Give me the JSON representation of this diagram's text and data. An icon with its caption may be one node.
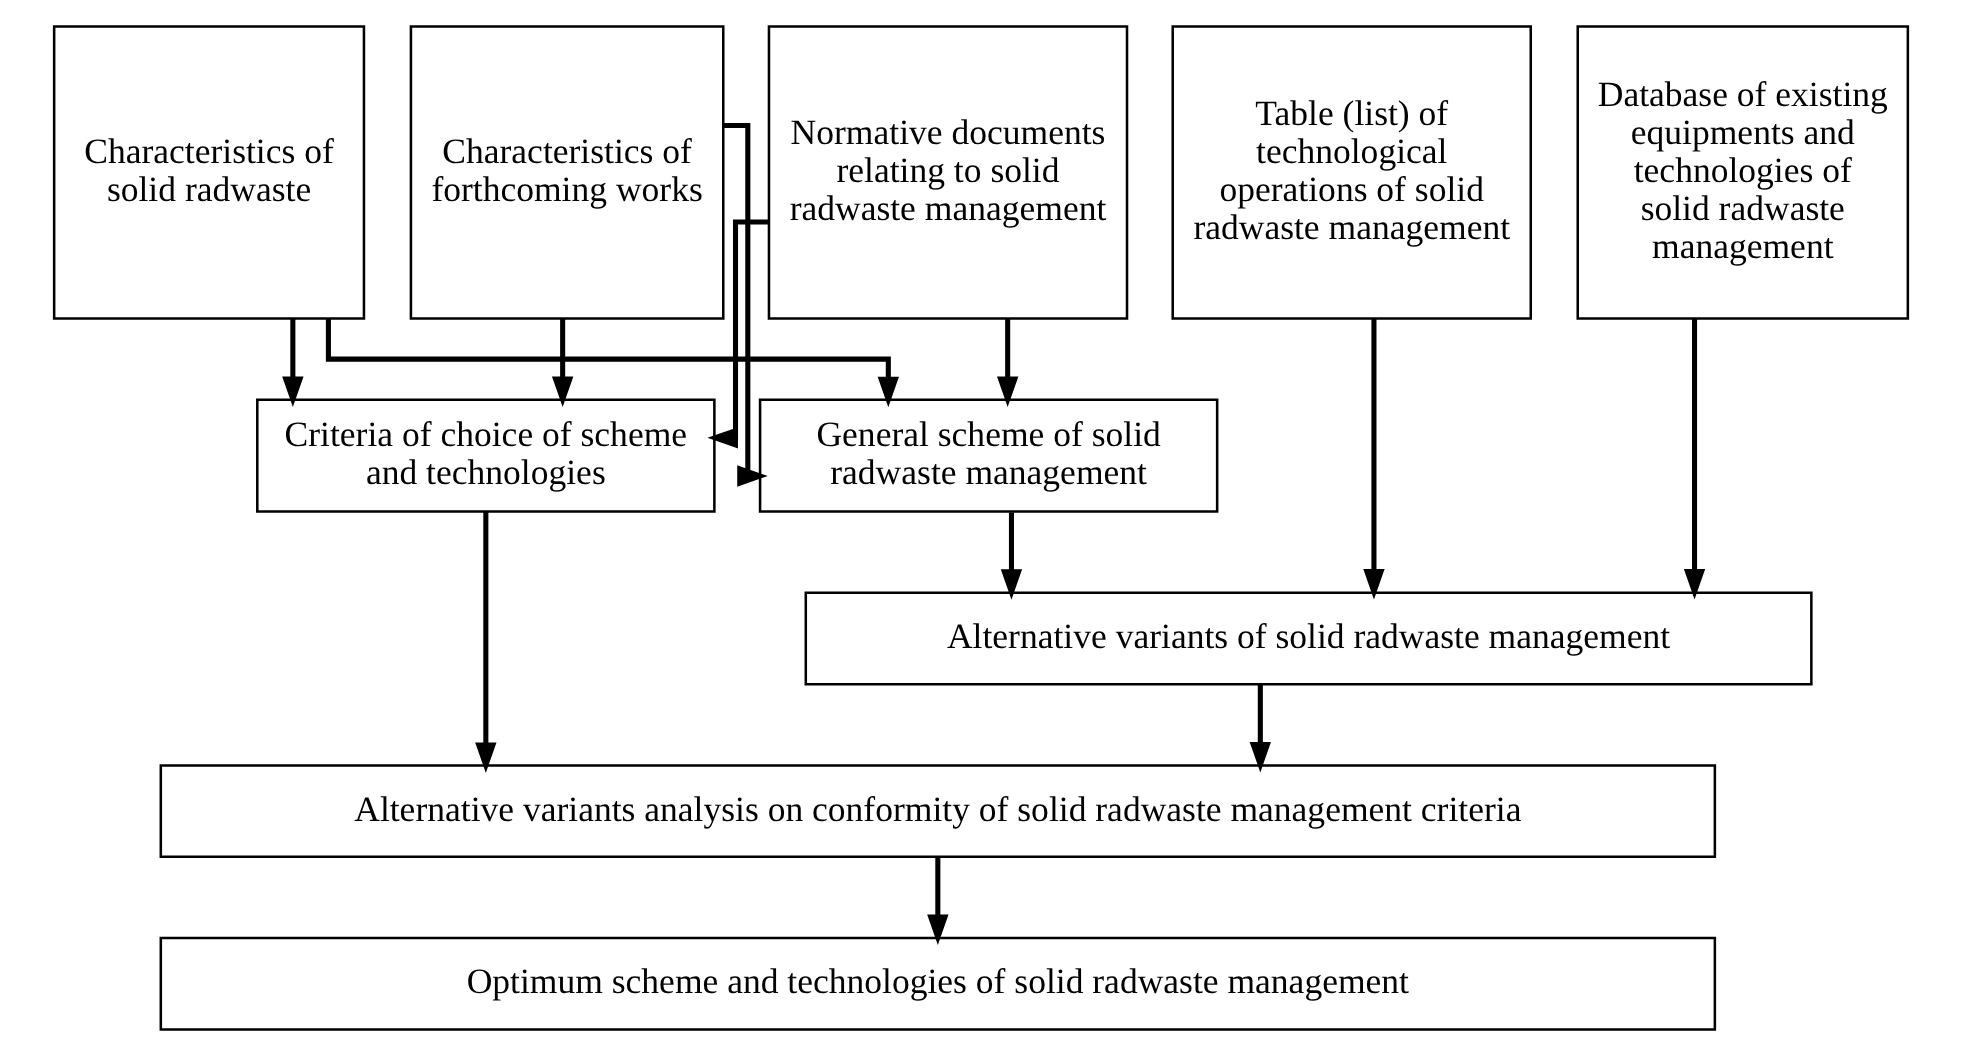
{
  "diagram": {
    "nodes": [
      {
        "text": [
          "Characteristics of solid radwaste"
        ]
      },
      {
        "text": [
          "Characteristics of forthcoming works"
        ]
      },
      {
        "text": [
          "Normative documents relating to solid radwaste management"
        ]
      },
      {
        "text": [
          "Table (list) of technological operations of solid radwaste management"
        ]
      },
      {
        "text": [
          "Database of existing equipments and technologies of solid radwaste management"
        ]
      },
      {
        "text": [
          "Criteria of choice of scheme and technologies"
        ]
      },
      {
        "text": [
          "General scheme of solid radwaste management"
        ]
      },
      {
        "text": [
          "Alternative variants of solid radwaste management"
        ]
      },
      {
        "text": [
          "Alternative variants analysis on conformity of solid radwaste management criteria"
        ]
      },
      {
        "text": [
          "Optimum scheme and technologies of solid radwaste management"
        ]
      }
    ],
    "edges": [
      {
        "from": 0,
        "to": 5,
        "arrow": "to"
      },
      {
        "from": 0,
        "to": 6,
        "arrow": "to"
      },
      {
        "from": 1,
        "to": 5,
        "arrow": "to"
      },
      {
        "from": 1,
        "to": 6,
        "arrow": "to"
      },
      {
        "from": 2,
        "to": 5,
        "arrow": "to"
      },
      {
        "from": 2,
        "to": 6,
        "arrow": "to"
      },
      {
        "from": 3,
        "to": 7,
        "arrow": "to"
      },
      {
        "from": 4,
        "to": 7,
        "arrow": "to"
      },
      {
        "from": 6,
        "to": 7,
        "arrow": "to"
      },
      {
        "from": 5,
        "to": 8,
        "arrow": "to"
      },
      {
        "from": 7,
        "to": 8,
        "arrow": "to"
      },
      {
        "from": 8,
        "to": 9,
        "arrow": "to"
      }
    ]
  }
}
